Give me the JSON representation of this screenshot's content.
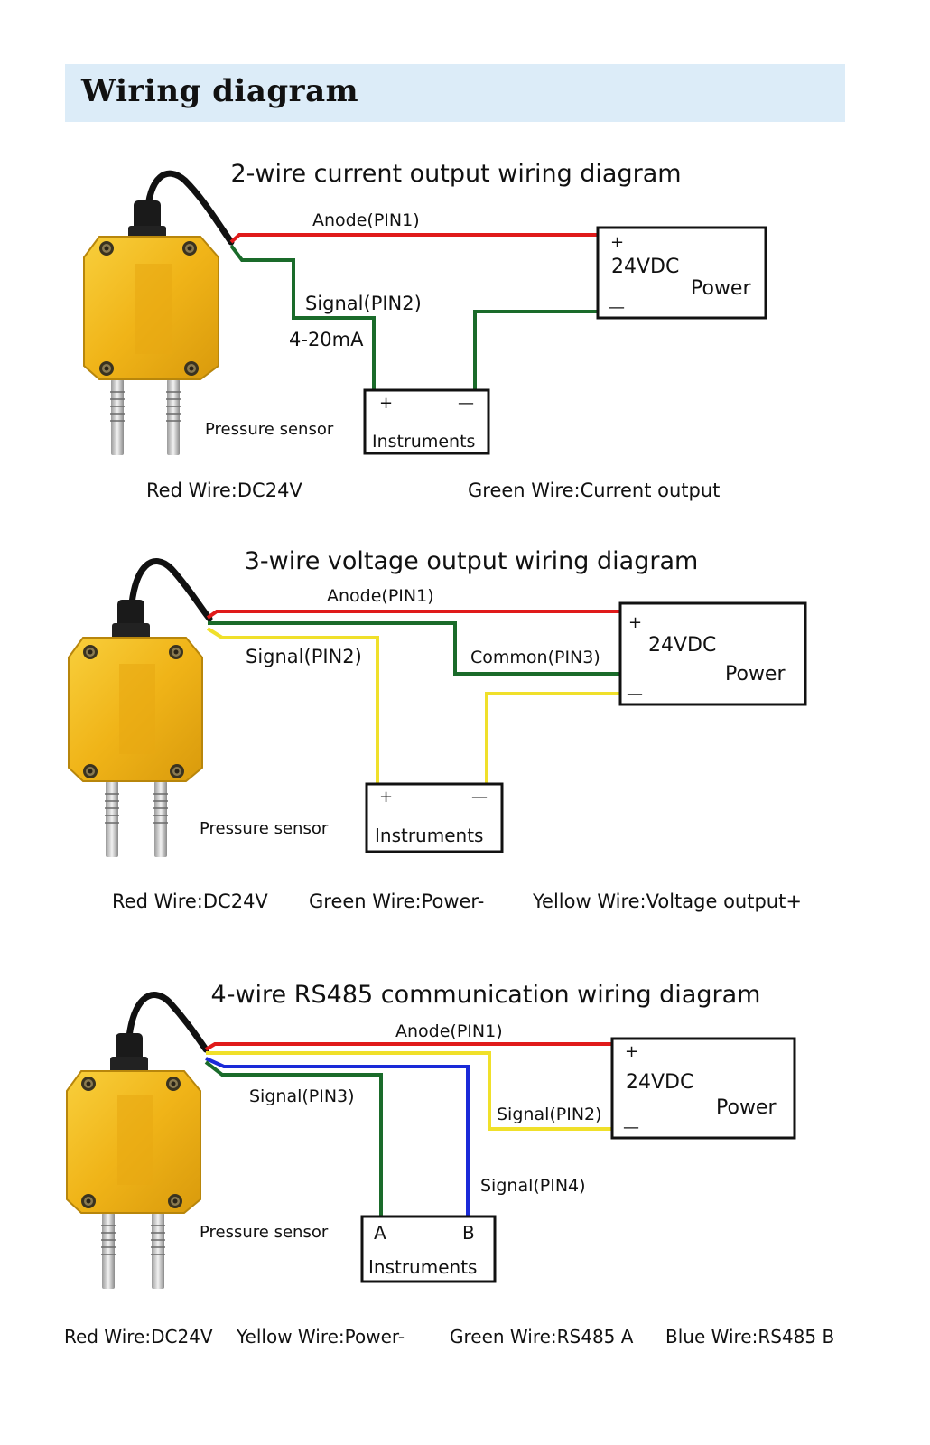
{
  "header": {
    "title": "Wiring diagram"
  },
  "diagrams": [
    {
      "title": "2-wire current output wiring diagram",
      "labels": {
        "anode": "Anode(PIN1)",
        "signal": "Signal(PIN2)",
        "current": "4-20mA",
        "sensor": "Pressure sensor"
      },
      "power": {
        "plus": "+",
        "voltage": "24VDC",
        "name": "Power",
        "minus": "—"
      },
      "instrument": {
        "left": "+",
        "right": "—",
        "name": "Instruments"
      },
      "legend": [
        "Red Wire:DC24V",
        "Green Wire:Current output"
      ]
    },
    {
      "title": "3-wire voltage output wiring diagram",
      "labels": {
        "anode": "Anode(PIN1)",
        "signal": "Signal(PIN2)",
        "common": "Common(PIN3)",
        "sensor": "Pressure sensor"
      },
      "power": {
        "plus": "+",
        "voltage": "24VDC",
        "name": "Power",
        "minus": "—"
      },
      "instrument": {
        "left": "+",
        "right": "—",
        "name": "Instruments"
      },
      "legend": [
        "Red Wire:DC24V",
        "Green Wire:Power-",
        "Yellow Wire:Voltage output+"
      ]
    },
    {
      "title": "4-wire RS485 communication wiring diagram",
      "labels": {
        "anode": "Anode(PIN1)",
        "signal3": "Signal(PIN3)",
        "signal2": "Signal(PIN2)",
        "signal4": "Signal(PIN4)",
        "sensor": "Pressure sensor"
      },
      "power": {
        "plus": "+",
        "voltage": "24VDC",
        "name": "Power",
        "minus": "—"
      },
      "instrument": {
        "left": "A",
        "right": "B",
        "name": "Instruments"
      },
      "legend": [
        "Red Wire:DC24V",
        "Yellow Wire:Power-",
        "Green Wire:RS485 A",
        "Blue Wire:RS485 B"
      ]
    }
  ],
  "colors": {
    "red_wire": "#e01a1a",
    "green_wire": "#1a6b2a",
    "yellow_wire": "#f0e02a",
    "blue_wire": "#1a2ad8",
    "sensor_body": "#f2b81c",
    "header_bg": "#dcecf8"
  }
}
